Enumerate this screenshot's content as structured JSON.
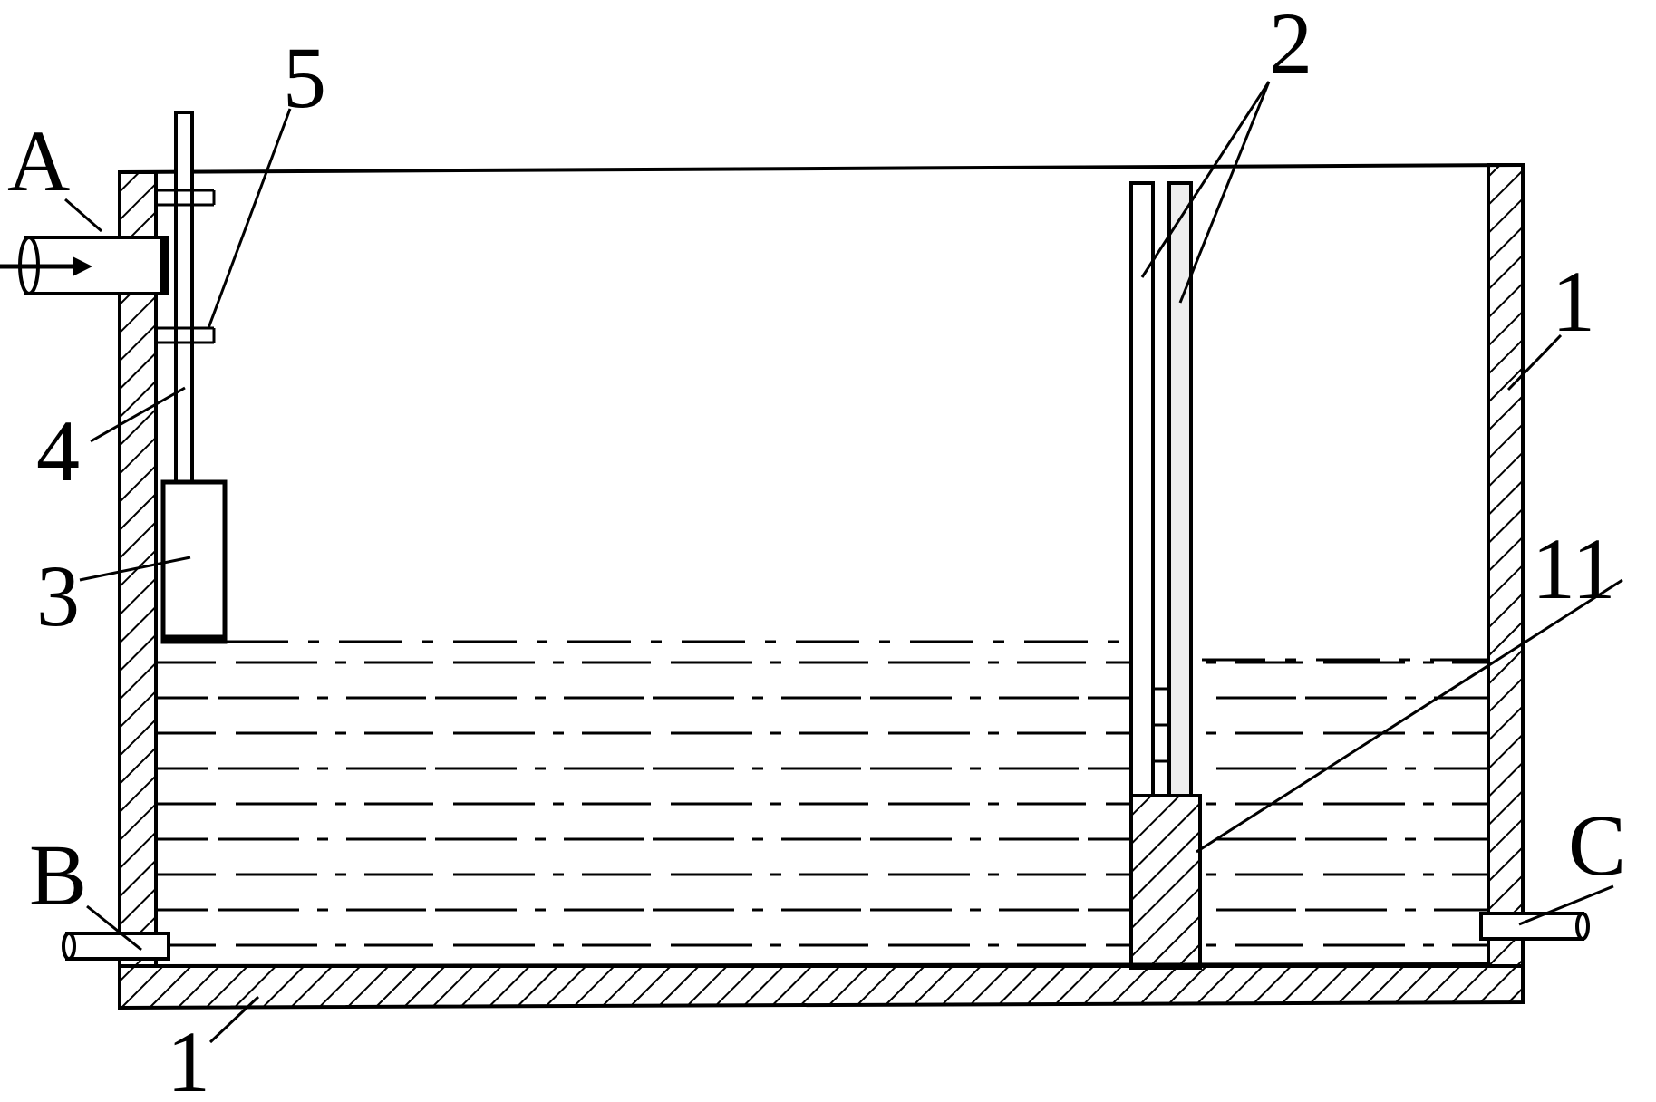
{
  "diagram": {
    "labels": {
      "a": "A",
      "b": "B",
      "c": "C",
      "n1_right": "1",
      "n1_bottom": "1",
      "n2": "2",
      "n3": "3",
      "n4": "4",
      "n5": "5",
      "n11": "11"
    },
    "colors": {
      "line": "#000000",
      "background": "#ffffff",
      "filter_fill": "#eeeeee"
    }
  }
}
